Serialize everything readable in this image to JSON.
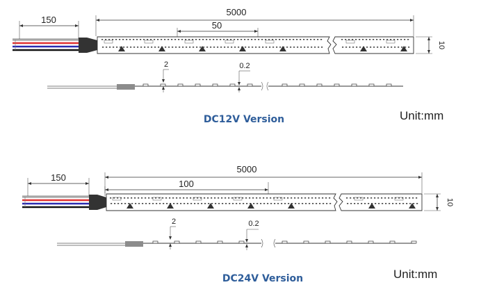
{
  "top_drawing": {
    "cable_length": "150",
    "strip_length": "5000",
    "segment_length": "50",
    "strip_width": "10",
    "led_height": "2",
    "pcb_thickness": "0.2",
    "version_label": "DC12V Version",
    "unit_label": "Unit:mm"
  },
  "bottom_drawing": {
    "cable_length": "150",
    "strip_length": "5000",
    "segment_length": "100",
    "strip_width": "10",
    "led_height": "2",
    "pcb_thickness": "0.2",
    "version_label": "DC24V Version",
    "unit_label": "Unit:mm"
  },
  "colors": {
    "title": "#2e5d9a",
    "wire_red": "#e03030",
    "wire_blue": "#2a2ab0",
    "wire_black": "#111111",
    "wire_white": "#ffffff",
    "connector": "#333333"
  }
}
